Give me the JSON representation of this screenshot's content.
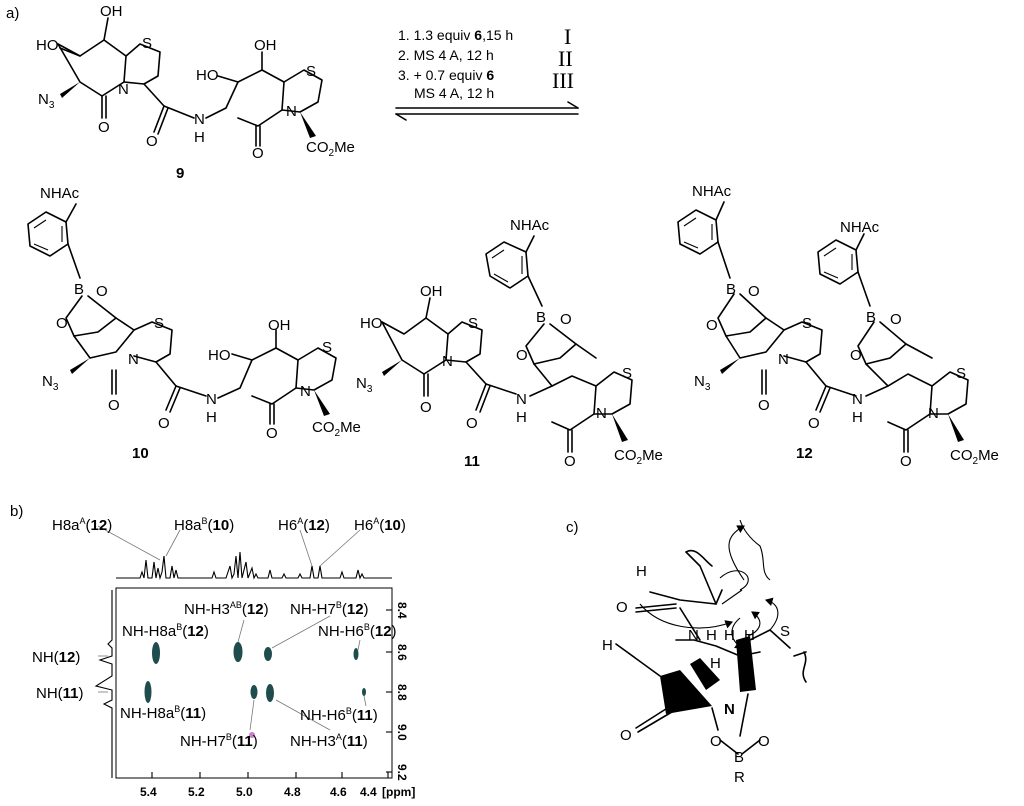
{
  "panels": {
    "a": "a)",
    "b": "b)",
    "c": "c)"
  },
  "conditions": {
    "step1_pre": "1. 1.3 equiv ",
    "step1_cmpd": "6",
    "step1_post": ",15 h",
    "step2": "2. MS 4 A, 12 h",
    "step3_pre": "3. + 0.7 equiv ",
    "step3_cmpd": "6",
    "step3b": "MS 4 A, 12 h",
    "roman": [
      "I",
      "II",
      "III"
    ]
  },
  "compounds": {
    "c9": "9",
    "c10": "10",
    "c11": "11",
    "c12": "12"
  },
  "atoms": {
    "OH": "OH",
    "HO": "HO",
    "S": "S",
    "N": "N",
    "O": "O",
    "B": "B",
    "H": "H",
    "R": "R",
    "N3_main": "N",
    "N3_sub": "3",
    "NH_N": "N",
    "NH_H": "H",
    "NHAc": "NHAc",
    "CO2Me_a": "CO",
    "CO2Me_sub": "2",
    "CO2Me_b": "Me"
  },
  "nmr": {
    "top_labels": [
      {
        "base": "H8a",
        "sup": "A",
        "cmpd": "12"
      },
      {
        "base": "H8a",
        "sup": "B",
        "cmpd": "10"
      },
      {
        "base": "H6",
        "sup": "A",
        "cmpd": "12"
      },
      {
        "base": "H6",
        "sup": "A",
        "cmpd": "10"
      }
    ],
    "left_labels": [
      {
        "base": "NH",
        "cmpd": "12"
      },
      {
        "base": "NH",
        "cmpd": "11"
      }
    ],
    "cross_peaks": [
      {
        "base": "NH-H8a",
        "sup": "B",
        "cmpd": "12"
      },
      {
        "base": "NH-H3",
        "sup": "A",
        "sup2": "B",
        "cmpd": "12"
      },
      {
        "base": "NH-H7",
        "sup": "B",
        "cmpd": "12"
      },
      {
        "base": "NH-H6",
        "sup": "B",
        "cmpd": "12"
      },
      {
        "base": "NH-H8a",
        "sup": "B",
        "cmpd": "11"
      },
      {
        "base": "NH-H6",
        "sup": "B",
        "cmpd": "11"
      },
      {
        "base": "NH-H7",
        "sup": "B",
        "cmpd": "11"
      },
      {
        "base": "NH-H3",
        "sup": "A",
        "cmpd": "11"
      }
    ],
    "x_ticks": [
      "5.4",
      "5.2",
      "5.0",
      "4.8",
      "4.6",
      "4.4"
    ],
    "x_unit": "[ppm]",
    "y_ticks": [
      "8.4",
      "8.6",
      "8.8",
      "9.0",
      "9.2"
    ]
  }
}
